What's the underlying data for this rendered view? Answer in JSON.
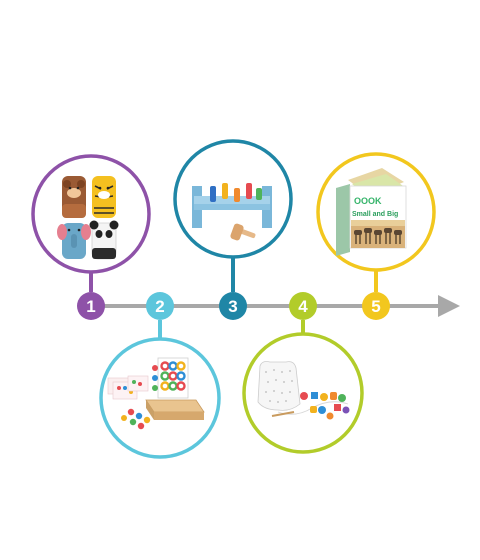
{
  "timeline": {
    "line_color": "#a8a8a8",
    "steps": [
      {
        "number": "1",
        "color": "#8e52a8",
        "position": "top",
        "item": "animal-blocks"
      },
      {
        "number": "2",
        "color": "#5cc6dc",
        "position": "bottom",
        "item": "pattern-puzzle-board"
      },
      {
        "number": "3",
        "color": "#1f86a6",
        "position": "top",
        "item": "pound-a-peg"
      },
      {
        "number": "4",
        "color": "#b2cc2a",
        "position": "bottom",
        "item": "lacing-beads"
      },
      {
        "number": "5",
        "color": "#f2c71e",
        "position": "top",
        "item": "picture-book"
      }
    ]
  },
  "book": {
    "brand": "OOOK",
    "title": "Small and Big"
  }
}
